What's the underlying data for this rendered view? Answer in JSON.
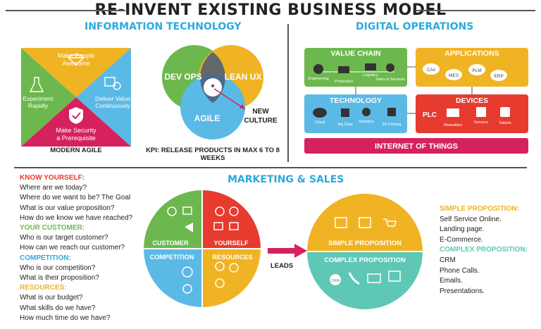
{
  "title": "RE-INVENT EXISTING BUSINESS MODEL",
  "it": {
    "heading": "INFORMATION TECHNOLOGY",
    "modern_agile": {
      "top": [
        "Make People",
        "Awesome"
      ],
      "left": [
        "Experiment",
        "Rapidly"
      ],
      "right": [
        "Deliver Value",
        "Continuously"
      ],
      "bottom": [
        "Make Security",
        "a Prerequisite"
      ],
      "caption": "MODERN AGILE"
    },
    "venn": {
      "dev_ops": "DEV OPS",
      "lean_ux": "LEAN UX",
      "agile": "AGILE",
      "center": "*",
      "new_culture": [
        "NEW",
        "CULTURE"
      ]
    },
    "kpi": "KPI: RELEASE PRODUCTS IN MAX 6 TO 8 WEEKS"
  },
  "digital": {
    "heading": "DIGITAL OPERATIONS",
    "value_chain": {
      "title": "VALUE CHAIN",
      "items": [
        "Engineering",
        "Production",
        "Logistics",
        "Sales & Services"
      ]
    },
    "applications": {
      "title": "APPLICATIONS",
      "items": [
        "CAx",
        "MES",
        "PLM",
        "ERP"
      ]
    },
    "technology": {
      "title": "TECHNOLOGY",
      "items": [
        "Cloud",
        "Big Data",
        "Robotics",
        "3D Printing"
      ]
    },
    "devices": {
      "title": "DEVICES",
      "plc": "PLC",
      "items": [
        "Wearables",
        "Sensors",
        "Tablets"
      ]
    },
    "iot": "INTERNET OF THINGS"
  },
  "marketing": {
    "heading": "MARKETING & SALES",
    "questions": [
      {
        "heading": "KNOW YOURSELF:",
        "color": "#e63b2e",
        "items": [
          "Where are we today?",
          "Where do we want to be? The Goal",
          "What is our value proposition?",
          "How do we know we have reached?"
        ]
      },
      {
        "heading": "YOUR CUSTOMER:",
        "color": "#6cb84e",
        "items": [
          "Who is our target customer?",
          "How can we reach our customer?"
        ]
      },
      {
        "heading": "COMPETITION:",
        "color": "#2ea9dd",
        "items": [
          "Who is our competition?",
          "What is their proposition?"
        ]
      },
      {
        "heading": "RESOURCES:",
        "color": "#f0b323",
        "items": [
          "What is our budget?",
          "What skills do we have?",
          "How much time do we have?"
        ]
      }
    ],
    "quadrants": {
      "customer": "CUSTOMER",
      "yourself": "YOURSELF",
      "competition": "COMPETITION",
      "resources": "RESOURCES"
    },
    "leads": "LEADS",
    "simple": "SIMPLE PROPOSITION",
    "complex": "COMPLEX PROPOSITION",
    "crm_icon_text": "CRM",
    "right_list": {
      "simple_heading": "SIMPLE PROPOSITION:",
      "simple_items": [
        "Self Service Online.",
        "Landing page.",
        "E-Commerce."
      ],
      "complex_heading": "COMPLEX PROPOSITION:",
      "complex_items": [
        "CRM",
        "Phone Calls.",
        "Emails.",
        "Presentations."
      ]
    }
  },
  "colors": {
    "green": "#6cb84e",
    "yellow": "#f0b323",
    "blue": "#5bb9e6",
    "red": "#e63b2e",
    "pink": "#d6215f",
    "teal": "#5ec7b5",
    "navy": "#2ea9dd"
  }
}
